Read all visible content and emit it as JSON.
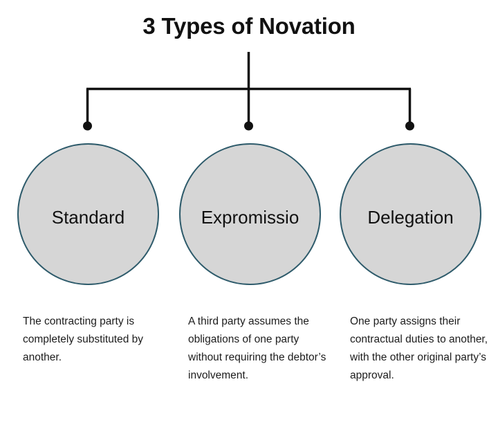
{
  "title": "3 Types of Novation",
  "colors": {
    "background": "#ffffff",
    "circle_fill": "#d6d6d6",
    "circle_border": "#2e5b6b",
    "connector": "#111111",
    "text": "#111111"
  },
  "nodes": [
    {
      "label": "Standard",
      "description": "The contracting party is completely substituted by another."
    },
    {
      "label": "Expromissio",
      "description": "A third party assumes the obligations of one party without requiring the debtor’s involvement."
    },
    {
      "label": "Delegation",
      "description": "One party assigns their contractual duties to another, with the other original party’s approval."
    }
  ]
}
